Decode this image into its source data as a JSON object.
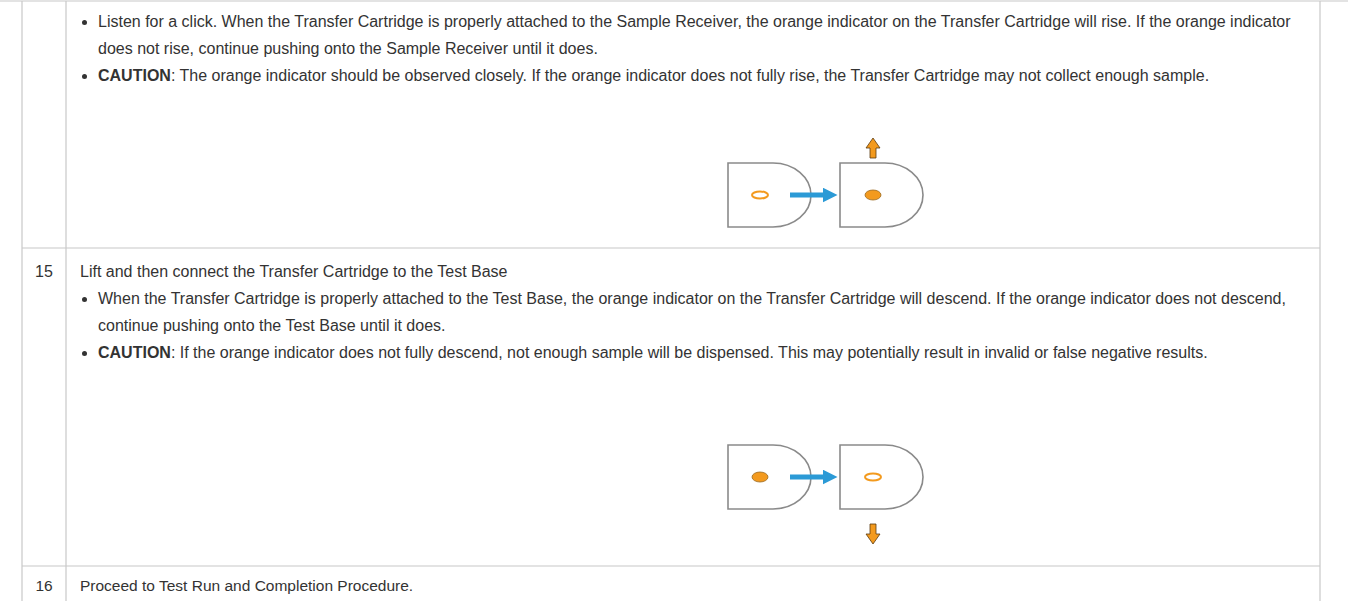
{
  "diagram": {
    "labels": [
      "Listen for a click. When the Transfer Cartridge is properly attached to the Sample Receiver, the orange indicator on the Transfer Cartridge will rise. If the orange indicator does not rise, continue pushing onto the Sample Receiver until it does.",
      "CAUTION",
      ": The orange indicator should be observed closely. If the orange indicator does not fully rise, the Transfer Cartridge may not collect enough sample.",
      "15",
      "Lift and then connect the Transfer Cartridge to the Test Base",
      "When the Transfer Cartridge is properly attached to the Test Base, the orange indicator on the Transfer Cartridge will descend. If the orange indicator does not descend, continue pushing onto the Test Base until it does.",
      "CAUTION",
      ": If the orange indicator does not fully descend, not enough sample will be dispensed. This may potentially result in invalid or false negative results.",
      "16",
      "Proceed to Test Run and Completion Procedure."
    ]
  }
}
